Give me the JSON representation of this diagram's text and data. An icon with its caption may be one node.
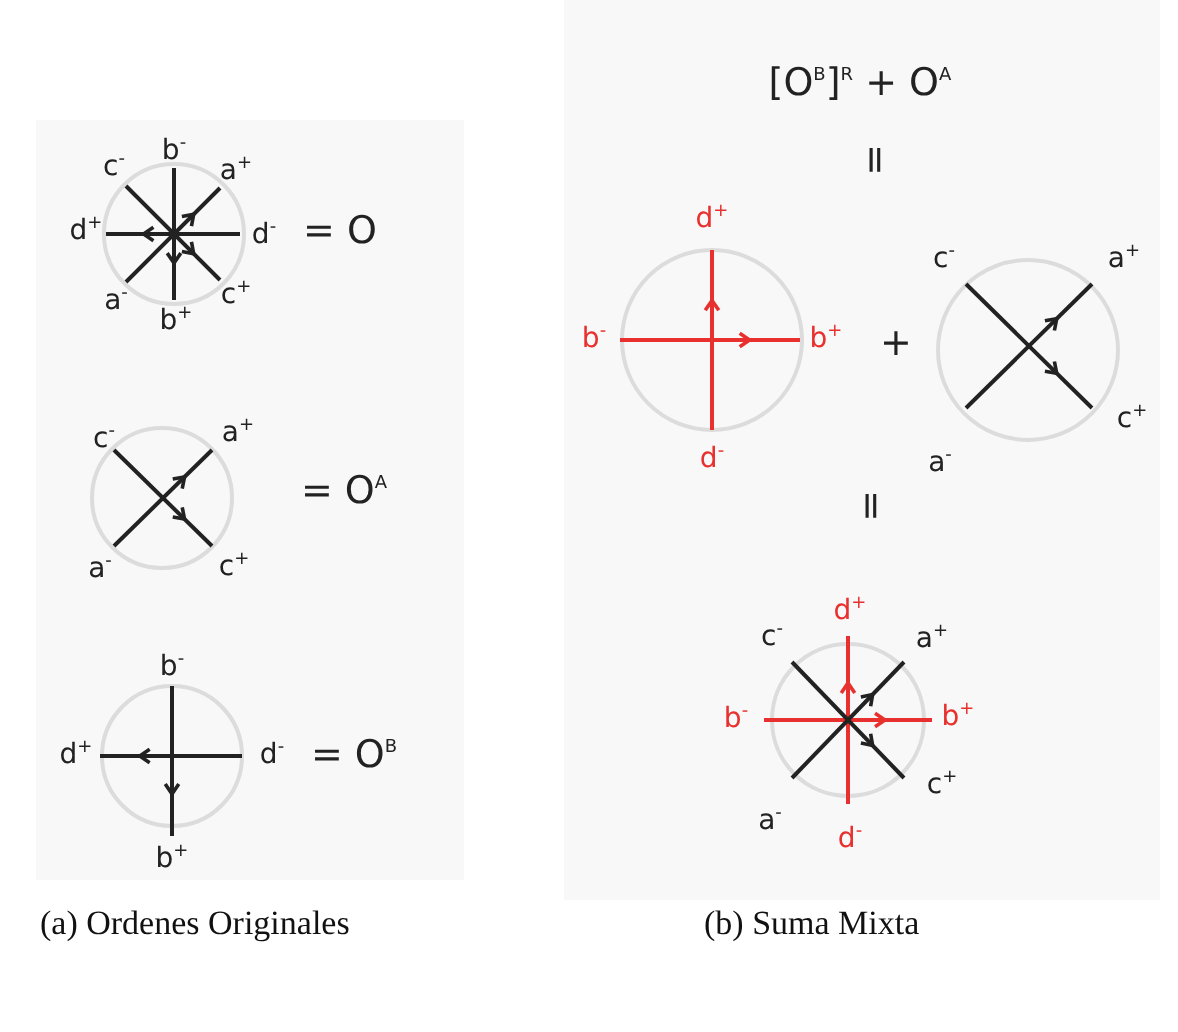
{
  "diagram": {
    "labels": [
      "b$^{-}$",
      "c$^{-}$",
      "a$^{+}$",
      "d$^{+}$",
      "d$^{-}$",
      "= O",
      "a$^{-}$",
      "b$^{+}$",
      "c$^{+}$",
      "c$^{-}$",
      "a$^{+}$",
      "= O$^{A}$",
      "a$^{-}$",
      "c$^{+}$",
      "b$^{-}$",
      "d$^{+}$",
      "d$^{-}$",
      "= O$^{B}$",
      "b$^{+}$",
      "(a) Ordenes Originales",
      "[O$^{B}$]$^{R}$ + O$^{A}$",
      "=",
      "d$^{+}$",
      "c$^{-}$",
      "a$^{+}$",
      "b$^{-}$",
      "b$^{+}$",
      "+",
      "d$^{-}$",
      "a$^{-}$",
      "c$^{+}$",
      "=",
      "d$^{+}$",
      "c$^{-}$",
      "a$^{+}$",
      "b$^{-}$",
      "b$^{+}$",
      "a$^{-}$",
      "c$^{+}$",
      "d$^{-}$",
      "(b) Suma Mixta"
    ]
  }
}
